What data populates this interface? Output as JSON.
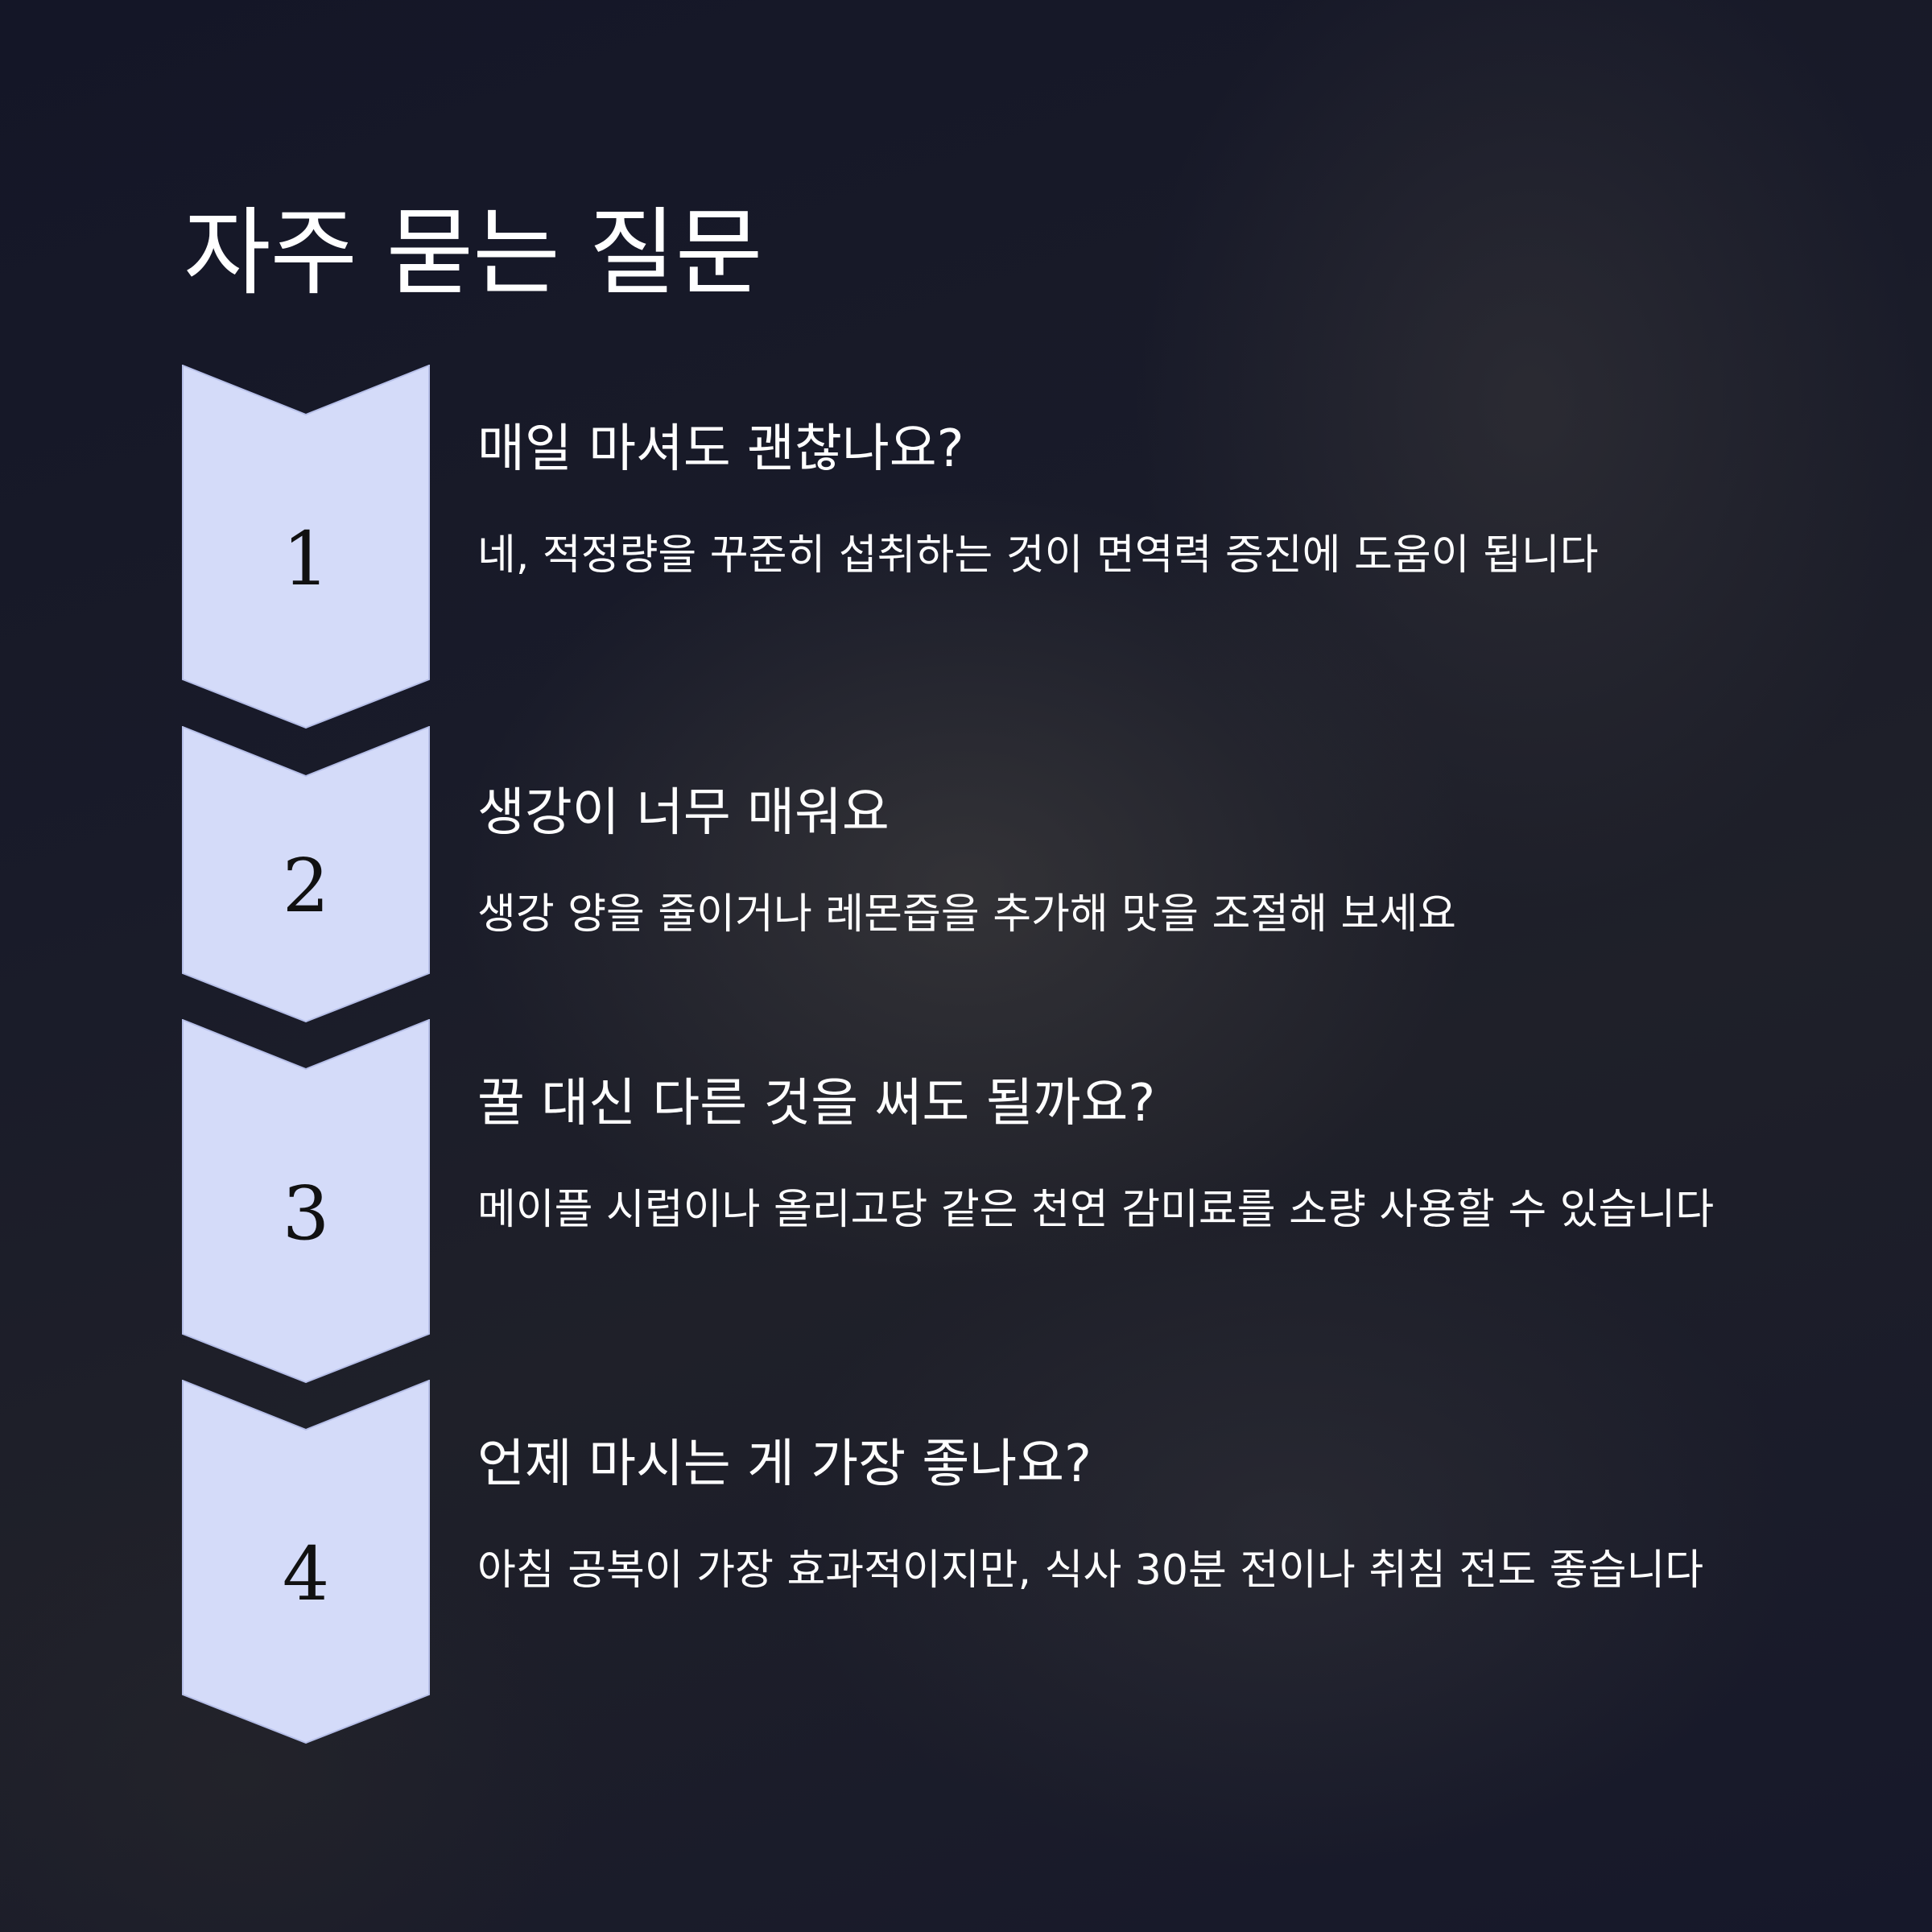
{
  "page": {
    "title": "자주 묻는 질문"
  },
  "colors": {
    "chevron_fill": "#d4dbf9",
    "chevron_stroke": "#b6bfe8",
    "text": "#ffffff",
    "number": "#111111"
  },
  "faq": [
    {
      "number": "1",
      "question": "매일 마셔도 괜찮나요?",
      "answer": "네, 적정량을 꾸준히 섭취하는 것이 면역력 증진에 도움이 됩니다"
    },
    {
      "number": "2",
      "question": "생강이 너무 매워요",
      "answer": "생강 양을 줄이거나 레몬즙을 추가해 맛을 조절해 보세요"
    },
    {
      "number": "3",
      "question": "꿀 대신 다른 것을 써도 될까요?",
      "answer": "메이플 시럽이나 올리고당 같은 천연 감미료를 소량 사용할 수 있습니다"
    },
    {
      "number": "4",
      "question": "언제 마시는 게 가장 좋나요?",
      "answer": "아침 공복이 가장 효과적이지만, 식사 30분 전이나 취침 전도 좋습니다"
    }
  ]
}
